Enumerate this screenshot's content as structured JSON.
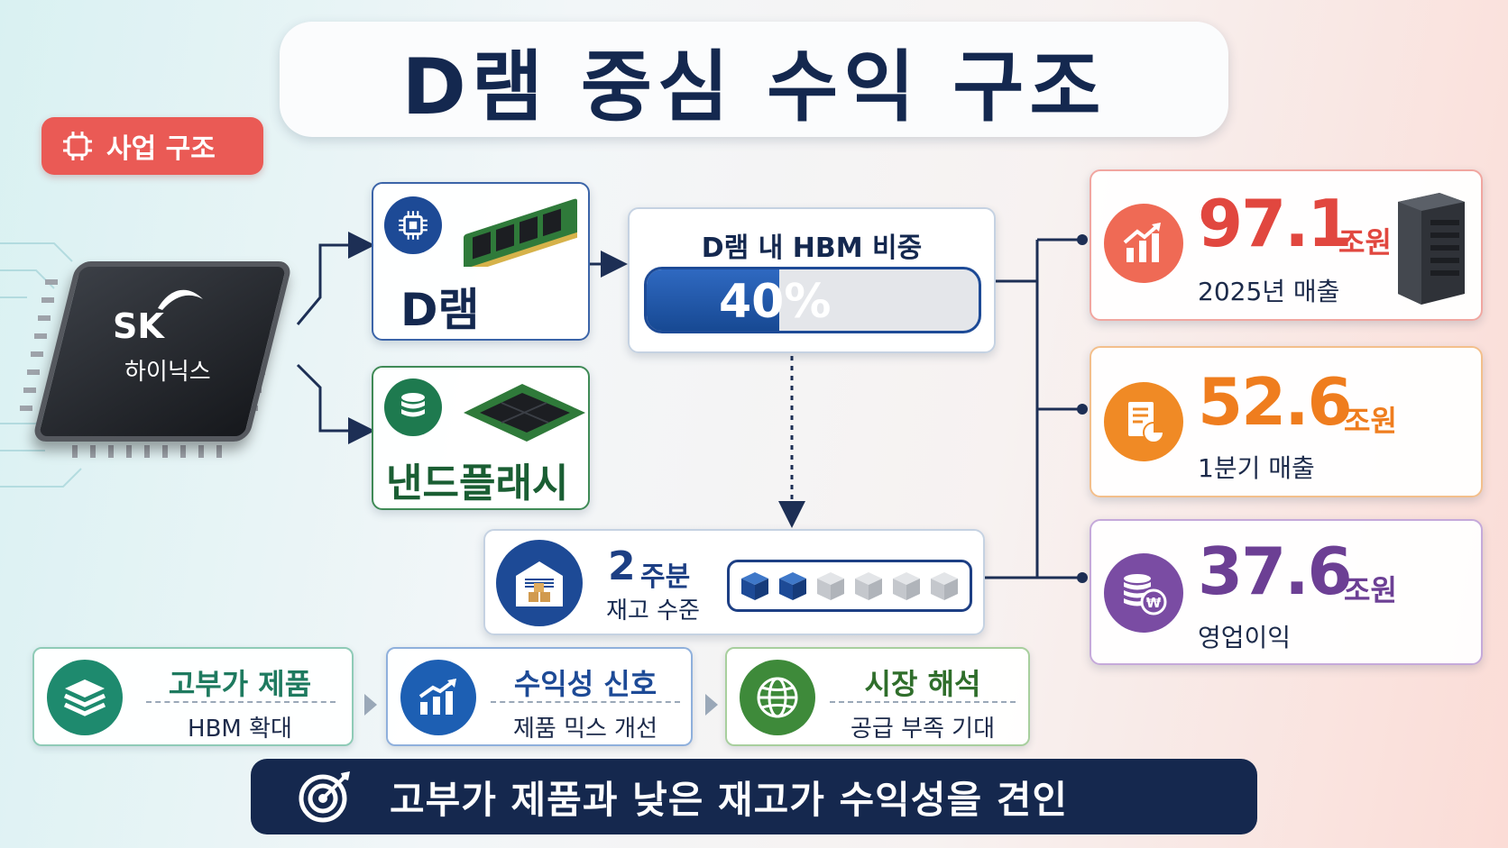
{
  "title": "D램 중심 수익 구조",
  "business_tag": {
    "label": "사업 구조",
    "icon": "chip-icon",
    "color": "#ea5a55"
  },
  "company": {
    "logo_mark": "SK",
    "name": "하이닉스"
  },
  "products": [
    {
      "name": "D램",
      "icon": "chip-icon",
      "image": "dram-module-icon",
      "color": "#1d4a96"
    },
    {
      "name": "낸드플래시",
      "icon": "database-icon",
      "image": "nand-chip-icon",
      "color": "#1e7a4f"
    }
  ],
  "hbm": {
    "label": "D램 내 HBM 비중",
    "value_text": "40%",
    "fraction": 0.4
  },
  "inventory": {
    "num": "2",
    "unit": "주분",
    "label": "재고 수준",
    "filled_cubes": 2,
    "total_cubes": 6,
    "icon": "warehouse-icon"
  },
  "stats": [
    {
      "value": "97.1",
      "unit": "조원",
      "label": "2025년 매출",
      "color": "#e1473f",
      "icon": "bar-chart-up-icon",
      "image": "server-icon"
    },
    {
      "value": "52.6",
      "unit": "조원",
      "label": "1분기 매출",
      "color": "#ef7d1e",
      "icon": "report-icon"
    },
    {
      "value": "37.6",
      "unit": "조원",
      "label": "영업이익",
      "color": "#6c3f94",
      "icon": "coin-stack-icon"
    }
  ],
  "bottom_steps": [
    {
      "title": "고부가 제품",
      "sub": "HBM 확대",
      "color": "#1e8a6e",
      "icon": "layers-icon"
    },
    {
      "title": "수익성 신호",
      "sub": "제품 믹스 개선",
      "color": "#1d5fb3",
      "icon": "growth-chart-icon"
    },
    {
      "title": "시장 해석",
      "sub": "공급 부족 기대",
      "color": "#3e8a3a",
      "icon": "globe-icon"
    }
  ],
  "banner": {
    "text": "고부가 제품과 낮은 재고가 수익성을 견인",
    "icon": "target-icon"
  }
}
